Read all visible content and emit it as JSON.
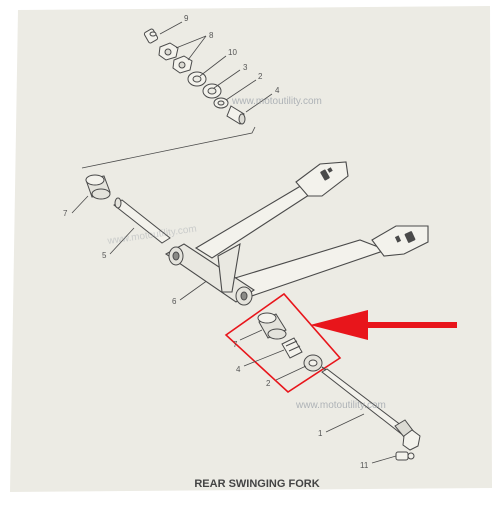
{
  "diagram": {
    "title": "REAR SWINGING FORK",
    "watermark": "www.motoutility.com",
    "part_numbers": {
      "top_9": "9",
      "top_8": "8",
      "top_10": "10",
      "top_3": "3",
      "top_2": "2",
      "top_4": "4",
      "left_7": "7",
      "left_5": "5",
      "left_6": "6",
      "mid_7": "7",
      "mid_4": "4",
      "mid_2": "2",
      "bot_1": "1",
      "bot_11": "11"
    },
    "colors": {
      "paper": "#ecebe4",
      "ink": "#4a4a4a",
      "highlight": "#e8151b",
      "watermark": "#9aa0a8"
    }
  }
}
